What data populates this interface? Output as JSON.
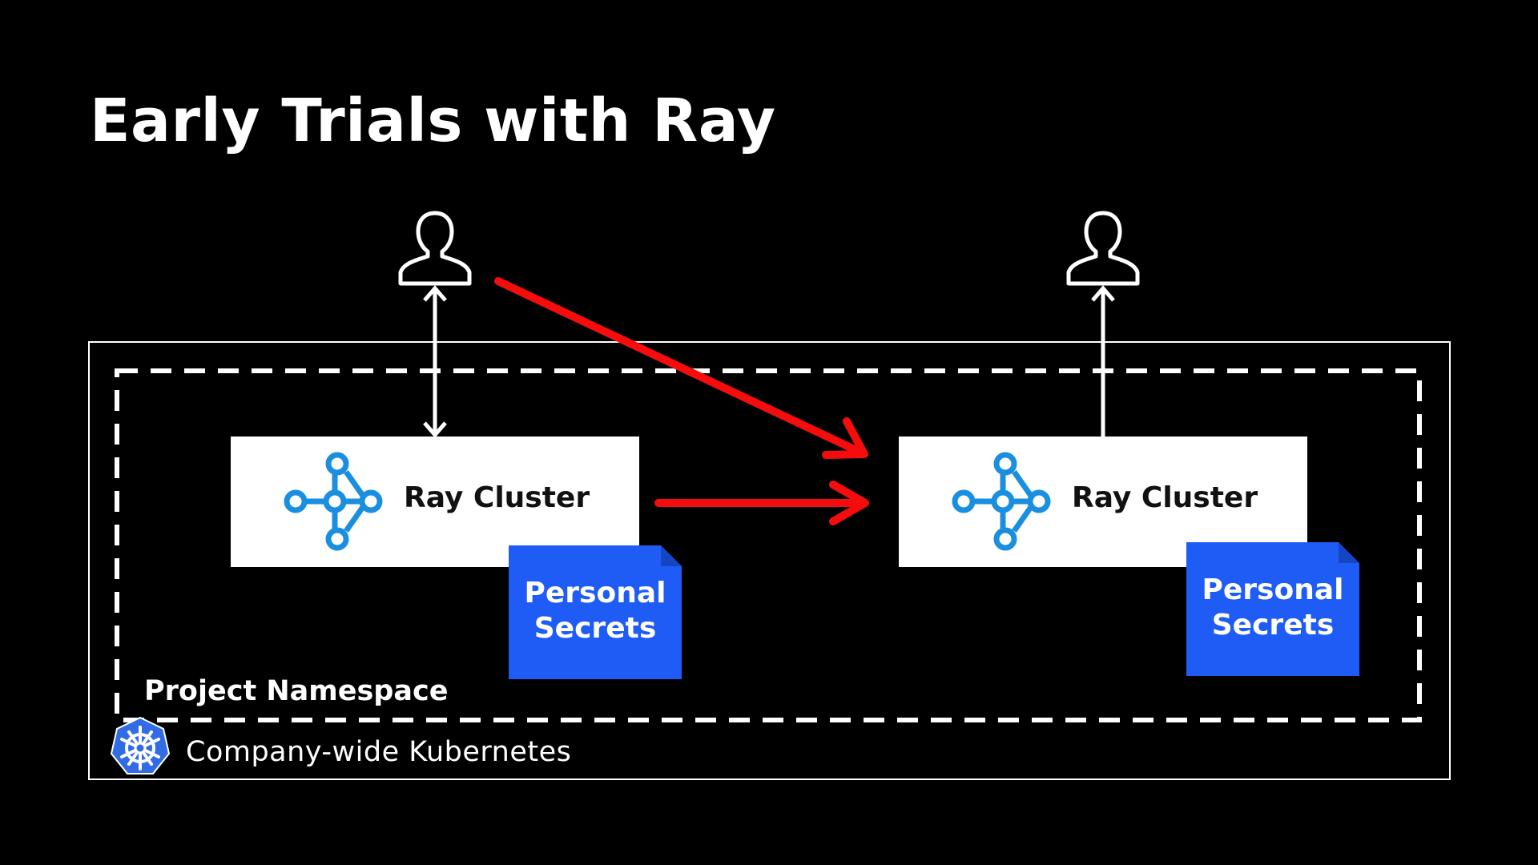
{
  "title": "Early Trials with Ray",
  "namespace_label": "Project Namespace",
  "kubernetes_label": "Company-wide Kubernetes",
  "clusters": [
    {
      "label": "Ray Cluster",
      "secret_line1": "Personal",
      "secret_line2": "Secrets"
    },
    {
      "label": "Ray Cluster",
      "secret_line1": "Personal",
      "secret_line2": "Secrets"
    }
  ],
  "icons": {
    "users": [
      "user-icon",
      "user-icon"
    ],
    "ray": "ray-logo-icon",
    "kubernetes": "kubernetes-logo-icon"
  },
  "colors": {
    "background": "#000000",
    "ray_blue": "#1a8fe0",
    "secret_blue": "#1f5cf5",
    "secret_fold": "#1545c4",
    "arrow_red": "#f50d0d",
    "k8s_blue": "#326ce5"
  }
}
